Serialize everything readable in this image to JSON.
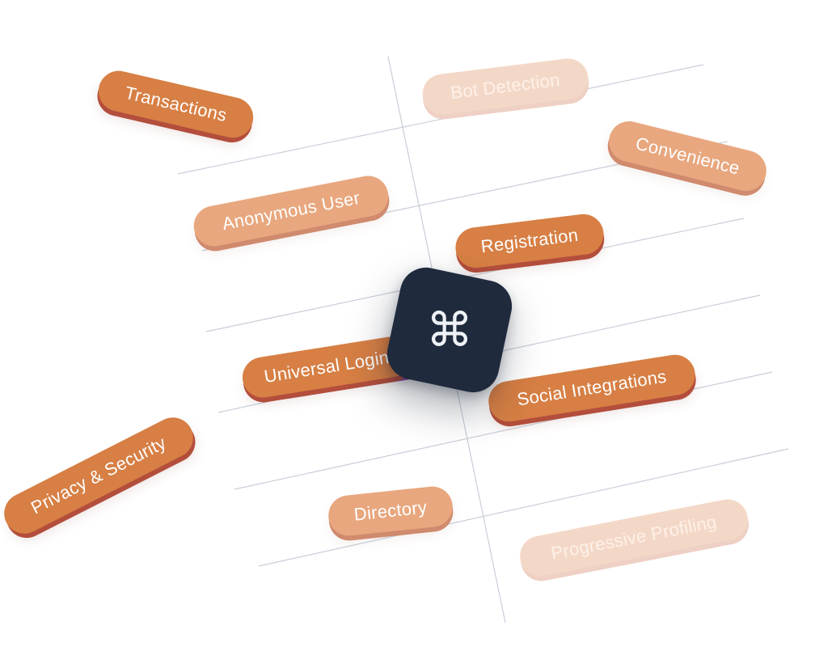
{
  "hub": {
    "icon": "command-icon",
    "glyph": "⌘"
  },
  "tags": [
    {
      "label": "Transactions"
    },
    {
      "label": "Bot Detection"
    },
    {
      "label": "Convenience"
    },
    {
      "label": "Anonymous User"
    },
    {
      "label": "Registration"
    },
    {
      "label": "Universal Login"
    },
    {
      "label": "Social Integrations"
    },
    {
      "label": "Privacy & Security"
    },
    {
      "label": "Directory"
    },
    {
      "label": "Progressive Profiling"
    }
  ],
  "colors": {
    "tag_primary": "#d77f44",
    "tag_primary_edge": "#b34e3c",
    "tag_light": "#e8a77e",
    "tag_faint": "#f4d8c7",
    "hub_background": "#1f2a3d",
    "hub_icon": "#eef1f6",
    "grid_line": "#c8ced8"
  }
}
